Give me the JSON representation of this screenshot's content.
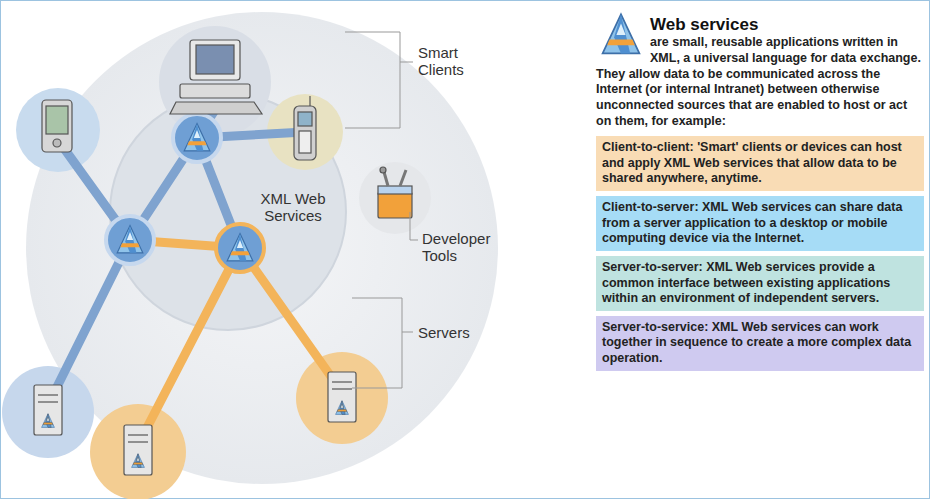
{
  "diagram": {
    "title": "Web services",
    "nodes": [
      {
        "text": [
          "Client-to-client: 'Smart' clients or devices can host and apply XML Web services that allow data to be shared anywhere, anytime."
        ]
      },
      {
        "text": [
          "Client-to-server: XML Web services can share data from a server application to a desktop or mobile computing device via the Internet."
        ]
      },
      {
        "text": [
          "Server-to-server: XML Web services provide a common interface between existing applications within an environment of independent servers."
        ]
      },
      {
        "text": [
          "Server-to-service: XML Web services can work together in sequence to create a more complex data operation."
        ]
      }
    ],
    "labels": [
      "Smart Clients",
      "XML Web Services",
      "Developer Tools",
      "Servers",
      "are small, reusable applications written in XML, a universal language for data exchange. They allow data to be communicated across the Internet (or internal Intranet) between otherwise unconnected sources that are enabled to host or act on them, for example:"
    ]
  }
}
